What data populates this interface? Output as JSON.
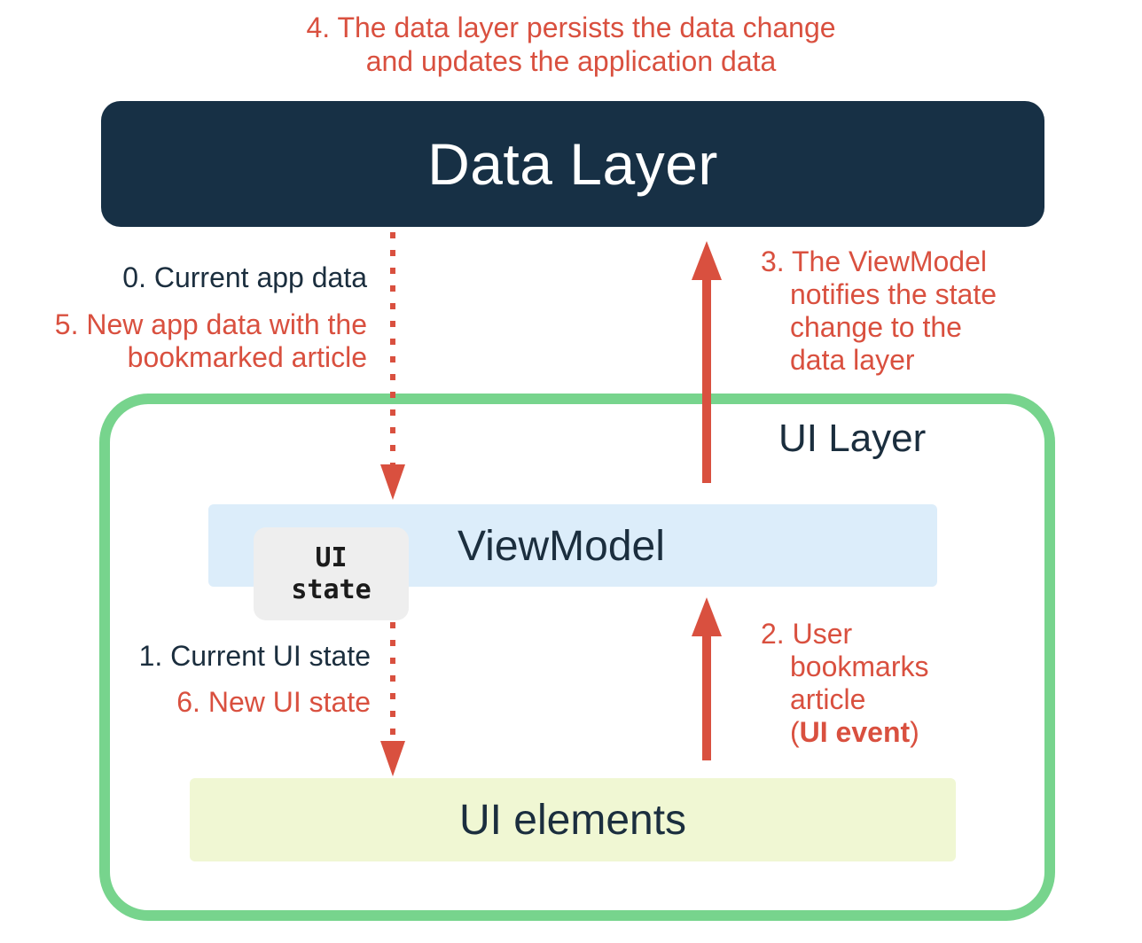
{
  "step4": {
    "line1": "4. The data layer persists the data change",
    "line2": "and updates the application data"
  },
  "data_layer": {
    "label": "Data Layer"
  },
  "step0": {
    "text": "0. Current app data"
  },
  "step5": {
    "line1": "5. New app data with the",
    "line2": "bookmarked article"
  },
  "step3": {
    "line1": "3. The ViewModel",
    "line2": "notifies the state",
    "line3": "change to the",
    "line4": "data layer"
  },
  "ui_layer": {
    "label": "UI Layer"
  },
  "viewmodel": {
    "label": "ViewModel"
  },
  "ui_state": {
    "line1": "UI",
    "line2": "state"
  },
  "step1": {
    "text": "1. Current UI state"
  },
  "step6": {
    "text": "6. New UI state"
  },
  "step2": {
    "line1": "2. User",
    "line2": "bookmarks",
    "line3": "article",
    "open_paren": "(",
    "bold": "UI event",
    "close_paren": ")"
  },
  "ui_elements": {
    "label": "UI elements"
  },
  "colors": {
    "data_layer_bg": "#173045",
    "ui_layer_border": "#77d48d",
    "viewmodel_bg": "#dcedfa",
    "ui_state_bg": "#eeeeee",
    "ui_elements_bg": "#f0f7d3",
    "arrow_red": "#d9503f",
    "dark_text": "#1b2e3e"
  }
}
